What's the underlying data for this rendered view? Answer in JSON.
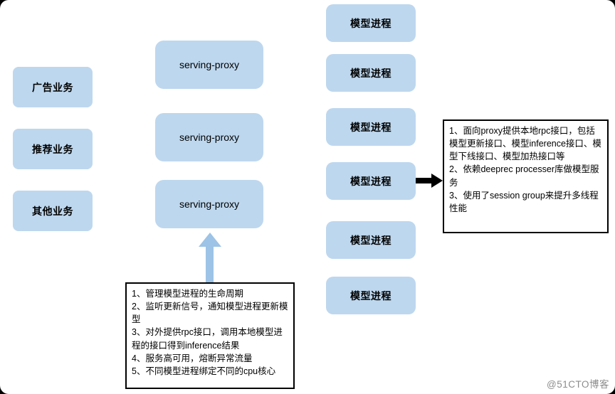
{
  "colors": {
    "box_fill": "#BDD7EE",
    "arrow_up": "#9DC3E6",
    "arrow_right": "#000000",
    "note_border": "#000000",
    "watermark_text": "#8C8C8C"
  },
  "left_column": {
    "items": [
      "广告业务",
      "推荐业务",
      "其他业务"
    ]
  },
  "middle_column": {
    "items": [
      "serving-proxy",
      "serving-proxy",
      "serving-proxy"
    ]
  },
  "right_column": {
    "items": [
      "模型进程",
      "模型进程",
      "模型进程",
      "模型进程",
      "模型进程",
      "模型进程"
    ]
  },
  "notes": {
    "serving_proxy_note": "1、管理模型进程的生命周期\n2、监听更新信号，通知模型进程更新模型\n3、对外提供rpc接口，调用本地模型进程的接口得到inference结果\n4、服务高可用，熔断异常流量\n5、不同模型进程绑定不同的cpu核心",
    "model_process_note": "1、面向proxy提供本地rpc接口，包括模型更新接口、模型inference接口、模型下线接口、模型加热接口等\n2、依赖deeprec processer库做模型服务\n3、使用了session group来提升多线程性能"
  },
  "watermark": "@51CTO博客"
}
